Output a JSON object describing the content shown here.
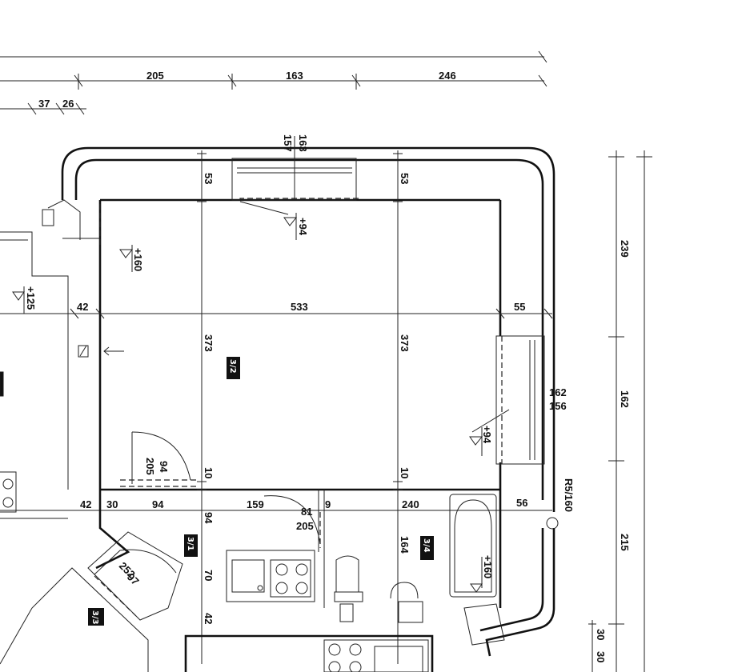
{
  "top_dims_row2": [
    "205",
    "163",
    "246"
  ],
  "top_dims_row3": [
    "37",
    "26"
  ],
  "window_top": [
    "163",
    "157"
  ],
  "window_right": [
    "162",
    "156"
  ],
  "wall_dims": [
    "53",
    "53",
    "42",
    "55",
    "42",
    "30",
    "56"
  ],
  "room_width": "533",
  "room_height_left": "373",
  "room_height_right": "373",
  "hall_dims": [
    "94",
    "159",
    "240"
  ],
  "door_labels": [
    "205",
    "94",
    "205",
    "81",
    "9",
    "94",
    "70",
    "42"
  ],
  "small_dims": [
    "10",
    "10",
    "164"
  ],
  "levels": [
    "+94",
    "+160",
    "+125",
    "+94",
    "+160"
  ],
  "right_dims": [
    "239",
    "162",
    "215",
    "30",
    "30"
  ],
  "bracket_label": "R5/160",
  "bottom_marks": [
    "252",
    "97"
  ],
  "room_tags": [
    "3/2",
    "3/1",
    "3/3",
    "3/4"
  ]
}
